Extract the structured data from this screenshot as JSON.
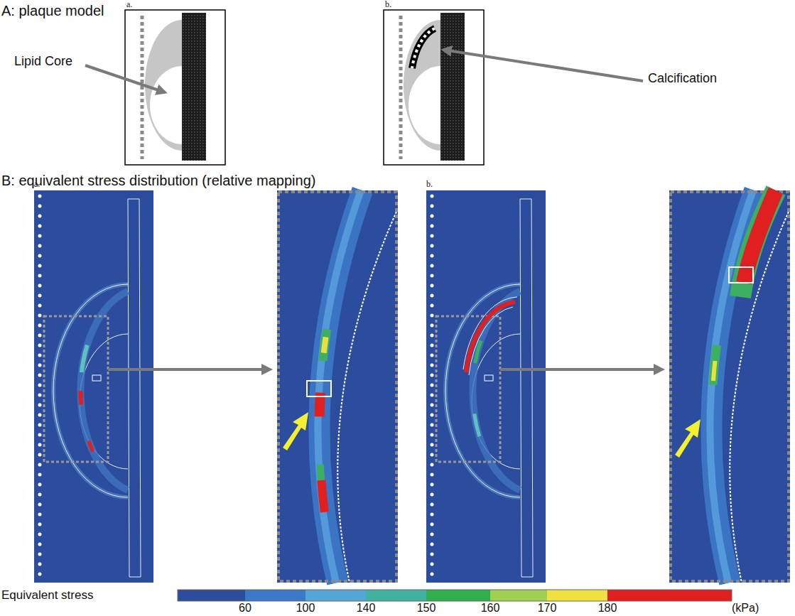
{
  "diagram": {
    "labels": [
      "A: plaque model",
      "a.",
      "b.",
      "Lipid Core",
      "Calcification",
      "B: equivalent stress distribution (relative mapping)",
      "a.",
      "b.",
      "Equivalent stress",
      "60",
      "100",
      "140",
      "150",
      "160",
      "170",
      "180",
      "(kPa)"
    ]
  }
}
